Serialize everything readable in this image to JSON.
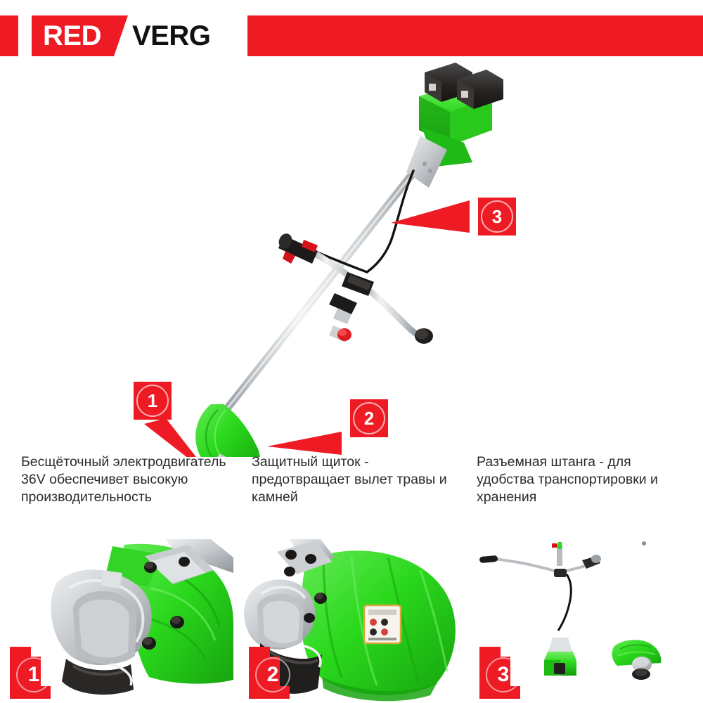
{
  "brand": {
    "name_part1": "RED",
    "name_part2": "VERG",
    "colors": {
      "red": "#ee1b24",
      "green": "#2ad81c",
      "black": "#111111",
      "white": "#ffffff"
    }
  },
  "hero": {
    "alt": "Cordless brush cutter / grass trimmer with two battery packs, bicycle handlebar and green guard",
    "callouts": [
      {
        "id": "callout-1",
        "number": "1",
        "points_to": "motor-head"
      },
      {
        "id": "callout-2",
        "number": "2",
        "points_to": "protective-guard"
      },
      {
        "id": "callout-3",
        "number": "3",
        "points_to": "split-shaft"
      }
    ]
  },
  "captions": [
    {
      "id": "caption-1",
      "text": "Бесщёточный электродвигатель 36V обеспечивет высокую производительность"
    },
    {
      "id": "caption-2",
      "text": "Защитный щиток - предотвращает вылет травы и камней"
    },
    {
      "id": "caption-3",
      "text": "Разъемная штанга - для удобства транспортировки и хранения"
    }
  ],
  "panels": [
    {
      "id": "panel-1",
      "badge": "1",
      "alt": "Close-up of brushless motor head with silver gearbox housing"
    },
    {
      "id": "panel-2",
      "badge": "2",
      "alt": "Close-up of green protective guard with warning label"
    },
    {
      "id": "panel-3",
      "badge": "3",
      "alt": "Trimmer separated into two shaft halves for transport"
    }
  ]
}
